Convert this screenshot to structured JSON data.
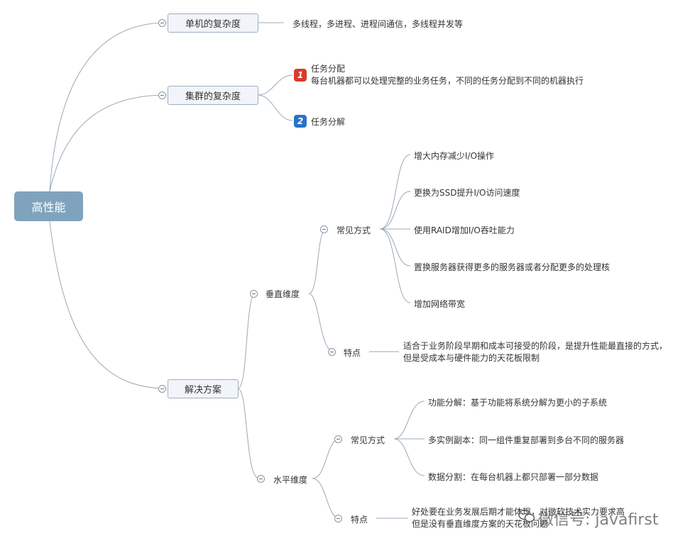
{
  "root": {
    "label": "高性能"
  },
  "branches": {
    "single": {
      "label": "单机的复杂度",
      "note": "多线程，多进程、进程间通信，多线程并发等"
    },
    "cluster": {
      "label": "集群的复杂度",
      "items": [
        {
          "badge": "1",
          "title": "任务分配",
          "detail": "每台机器都可以处理完整的业务任务，不同的任务分配到不同的机器执行"
        },
        {
          "badge": "2",
          "title": "任务分解"
        }
      ]
    },
    "solution": {
      "label": "解决方案",
      "vertical": {
        "label": "垂直维度",
        "methods_label": "常见方式",
        "methods": [
          "增大内存减少I/O操作",
          "更换为SSD提升I/O访问速度",
          "使用RAID增加I/O吞吐能力",
          "置换服务器获得更多的服务器或者分配更多的处理核",
          "增加网络带宽"
        ],
        "traits_label": "特点",
        "traits": [
          "适合于业务阶段早期和成本可接受的阶段，是提升性能最直接的方式，",
          "但是受成本与硬件能力的天花板限制"
        ]
      },
      "horizontal": {
        "label": "水平维度",
        "methods_label": "常见方式",
        "methods": [
          "功能分解：基于功能将系统分解为更小的子系统",
          "多实例副本：同一组件重复部署到多台不同的服务器",
          "数据分割：在每台机器上都只部署一部分数据"
        ],
        "traits_label": "特点",
        "traits": [
          "好处要在业务发展后期才能体现，对微软技术实力要求高",
          "但是没有垂直维度方案的天花板问题"
        ]
      }
    }
  },
  "watermark": {
    "text": "微信号: javafirst"
  },
  "colors": {
    "root_bg": "#7fa3bd",
    "line": "#9aa9b8",
    "box_bg": "#f1f4f8",
    "badge1": "#d93a2a",
    "badge2": "#2a72c9"
  }
}
